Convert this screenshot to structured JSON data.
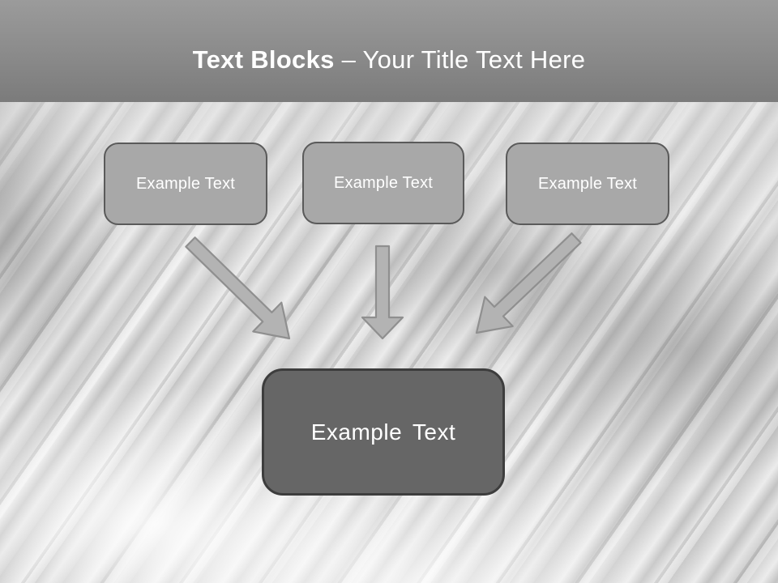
{
  "slide": {
    "title": {
      "emphasis": "Text Blocks",
      "rest": " – Your Title Text Here"
    }
  },
  "blocks": {
    "sources": [
      {
        "label": "Example Text"
      },
      {
        "label": "Example Text"
      },
      {
        "label": "Example Text"
      }
    ],
    "target": {
      "label": "Example Text"
    }
  },
  "icons": {
    "arrows": [
      "arrow-down-right-icon",
      "arrow-down-icon",
      "arrow-down-left-icon"
    ]
  },
  "colors": {
    "header_top": "#9b9b9b",
    "header_bottom": "#7b7b7b",
    "box_fill": "#a8a8a8",
    "box_border": "#5a5a5a",
    "target_fill": "#666666",
    "target_border": "#3d3d3d",
    "arrow_fill": "#b3b3b3",
    "arrow_stroke": "#8f8f8f",
    "text": "#ffffff"
  }
}
